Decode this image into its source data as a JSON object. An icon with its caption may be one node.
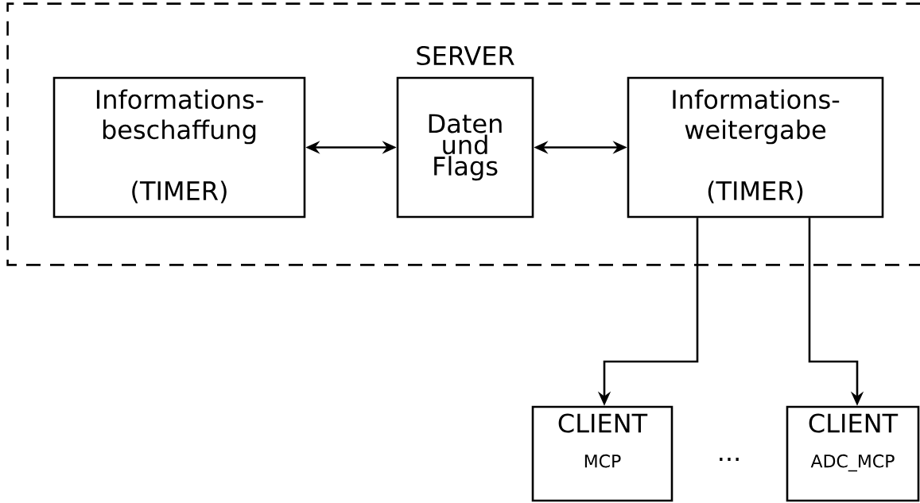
{
  "diagram": {
    "nodes": [
      {
        "text": [
          "SERVER"
        ]
      },
      {
        "text": [
          "Informations- beschaffung",
          "(TIMER)"
        ],
        "in": 0
      },
      {
        "text": [
          "Daten und Flags"
        ],
        "in": 0
      },
      {
        "text": [
          "Informations- weitergabe",
          "(TIMER)"
        ],
        "in": 0
      },
      {
        "text": [
          "CLIENT",
          "MCP"
        ]
      },
      {
        "text": [
          "CLIENT",
          "ADC_MCP"
        ]
      }
    ],
    "edges": [
      {
        "from": 1,
        "to": 2,
        "arrow": "both"
      },
      {
        "from": 2,
        "to": 3,
        "arrow": "both"
      },
      {
        "from": 3,
        "to": 4,
        "arrow": "to"
      },
      {
        "from": 3,
        "to": 5,
        "arrow": "to"
      }
    ],
    "labels": [
      "..."
    ]
  }
}
